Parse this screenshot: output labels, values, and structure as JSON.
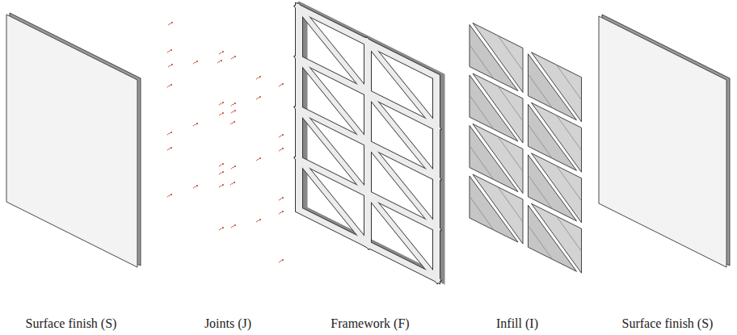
{
  "diagram": {
    "labels": [
      "Surface finish (S)",
      "Joints (J)",
      "Framework (F)",
      "Infill (I)",
      "Surface finish (S)"
    ]
  }
}
